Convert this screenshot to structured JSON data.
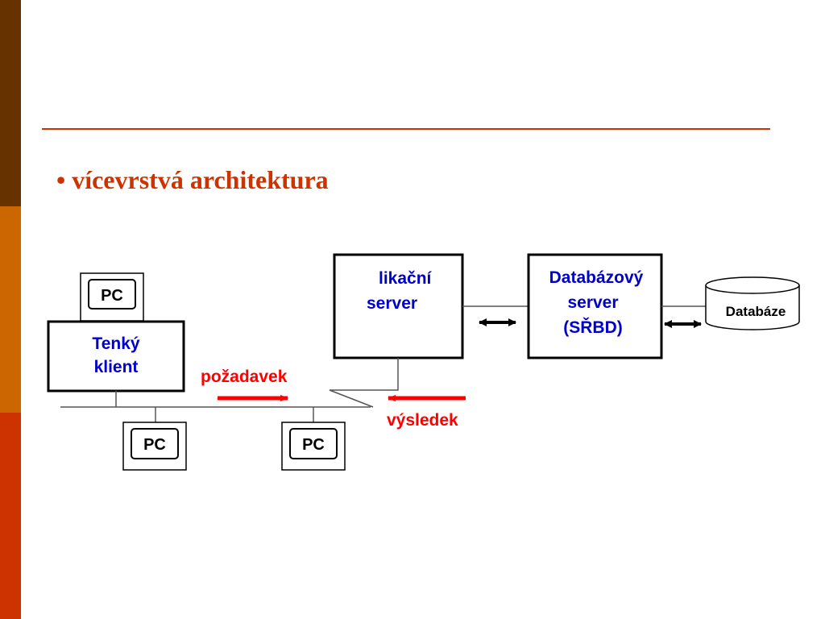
{
  "colors": {
    "sidebar_top": "#663300",
    "sidebar_mid": "#CC6600",
    "sidebar_bottom": "#CC3300",
    "rule": "#CC3300",
    "bullet_text": "#CC3300",
    "blue_label": "#0000CC",
    "red_label": "#FF0000",
    "line": "#000000"
  },
  "slide": {
    "bullet_marker": "•",
    "bullet_text": "vícevrstvá architektura"
  },
  "diagram": {
    "pc_label": "PC",
    "thin_client": {
      "line1": "Tenký",
      "line2": "klient"
    },
    "app_server": {
      "line1": "likační",
      "line2": "server"
    },
    "db_server": {
      "line1": "Databázový",
      "line2": "server",
      "line3": "(SŘBD)"
    },
    "database": "Databáze",
    "request": "požadavek",
    "result": "výsledek"
  }
}
